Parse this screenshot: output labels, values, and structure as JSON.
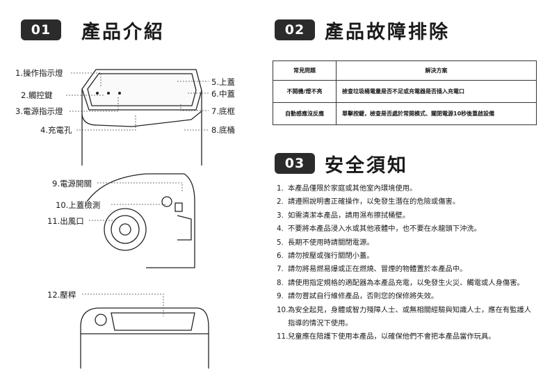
{
  "sections": [
    {
      "number": "01",
      "title": "產品介紹"
    },
    {
      "number": "02",
      "title": "產品故障排除"
    },
    {
      "number": "03",
      "title": "安全須知"
    }
  ],
  "diagram_labels": {
    "l1": "1.操作指示燈",
    "l2": "2.觸控鍵",
    "l3": "3.電源指示燈",
    "l4": "4.充電孔",
    "l5": "5.上蓋",
    "l6": "6.中蓋",
    "l7": "7.底框",
    "l8": "8.底桶",
    "l9": "9.電源開關",
    "l10": "10.上蓋檢測",
    "l11": "11.出風口",
    "l12": "12.壓桿"
  },
  "troubleshooting": {
    "headers": [
      "常見問題",
      "解決方案"
    ],
    "rows": [
      {
        "problem": "不開機/燈不亮",
        "solution": "檢查垃圾桶電量是否不足或充電器是否插入充電口"
      },
      {
        "problem": "自動感應沒反應",
        "solution": "單擊按鍵，檢查是否處於常開模式、關閉電源10秒後重啟設備"
      }
    ]
  },
  "safety": [
    {
      "n": "1.",
      "text": "本產品僅限於家庭或其他室內環境使用。"
    },
    {
      "n": "2.",
      "text": "請遵照說明書正確操作，以免發生潛在的危險或傷害。"
    },
    {
      "n": "3.",
      "text": "如需清潔本產品，請用濕布擦拭桶壁。"
    },
    {
      "n": "4.",
      "text": "不要將本產品浸入水或其他液體中，也不要在水龍頭下沖洗。"
    },
    {
      "n": "5.",
      "text": "長期不使用時請關閉電源。"
    },
    {
      "n": "6.",
      "text": "請勿按壓或強行關閉小蓋。"
    },
    {
      "n": "7.",
      "text": "請勿將易燃易爆或正在燃燒、冒煙的物體置於本產品中。"
    },
    {
      "n": "8.",
      "text": "請使用指定規格的適配器為本產品充電，以免發生火災、觸電或人身傷害。"
    },
    {
      "n": "9.",
      "text": "請勿嘗試自行維修產品，否則您的保修將失效。"
    },
    {
      "n": "10.",
      "text": "為安全起見，身體或智力殘障人士、或無相關經驗與知識人士，應在有監護人指導的情況下使用。"
    },
    {
      "n": "11.",
      "text": "兒童應在陪護下使用本產品，以確保他們不會把本產品當作玩具。"
    }
  ]
}
